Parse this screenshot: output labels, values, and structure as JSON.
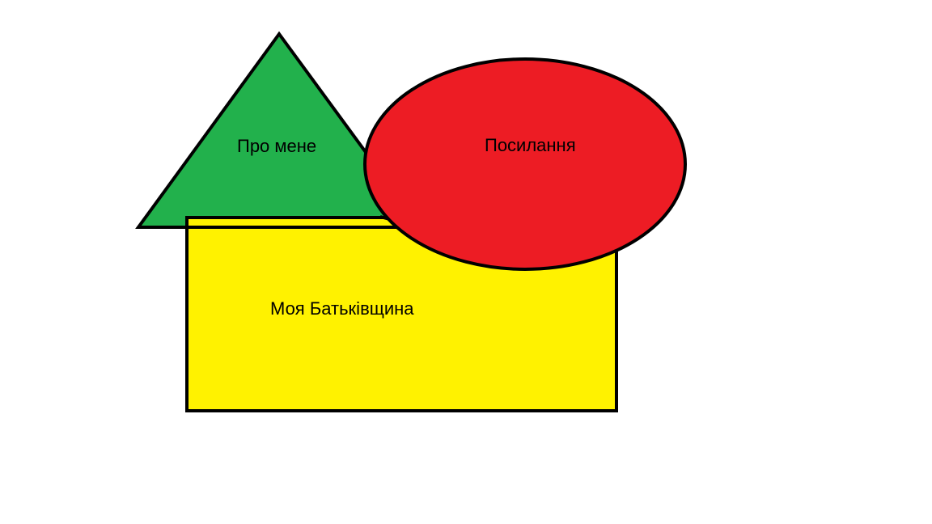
{
  "diagram": {
    "triangle": {
      "label": "Про мене",
      "fill": "#22b14c",
      "stroke": "#000000"
    },
    "rectangle": {
      "label": "Моя Батьківщина",
      "fill": "#fff200",
      "stroke": "#000000"
    },
    "ellipse": {
      "label": "Посилання",
      "fill": "#ed1c24",
      "stroke": "#000000"
    }
  }
}
